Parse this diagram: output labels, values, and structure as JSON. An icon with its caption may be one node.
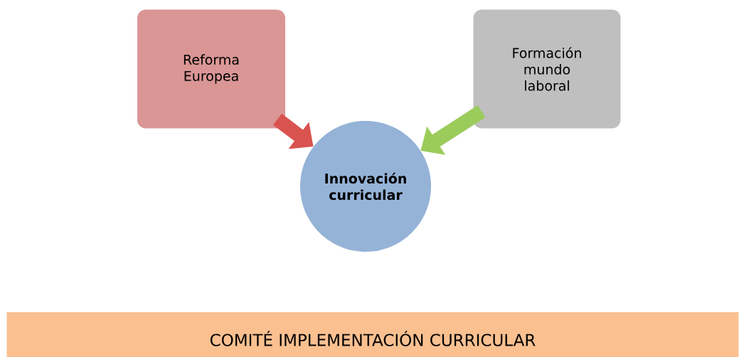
{
  "diagram": {
    "nodes": [
      {
        "text": [
          "Reforma Europea"
        ]
      },
      {
        "text": [
          "Formación mundo laboral"
        ]
      },
      {
        "text": [
          "Innovación curricular"
        ]
      },
      {
        "text": [
          "COMITÉ IMPLEMENTACIÓN CURRICULAR"
        ]
      }
    ],
    "edges": [
      {
        "from": 0,
        "to": 2,
        "arrow": "to",
        "color": "#d9534f"
      },
      {
        "from": 1,
        "to": 2,
        "arrow": "to",
        "color": "#9bcb5a"
      }
    ]
  }
}
